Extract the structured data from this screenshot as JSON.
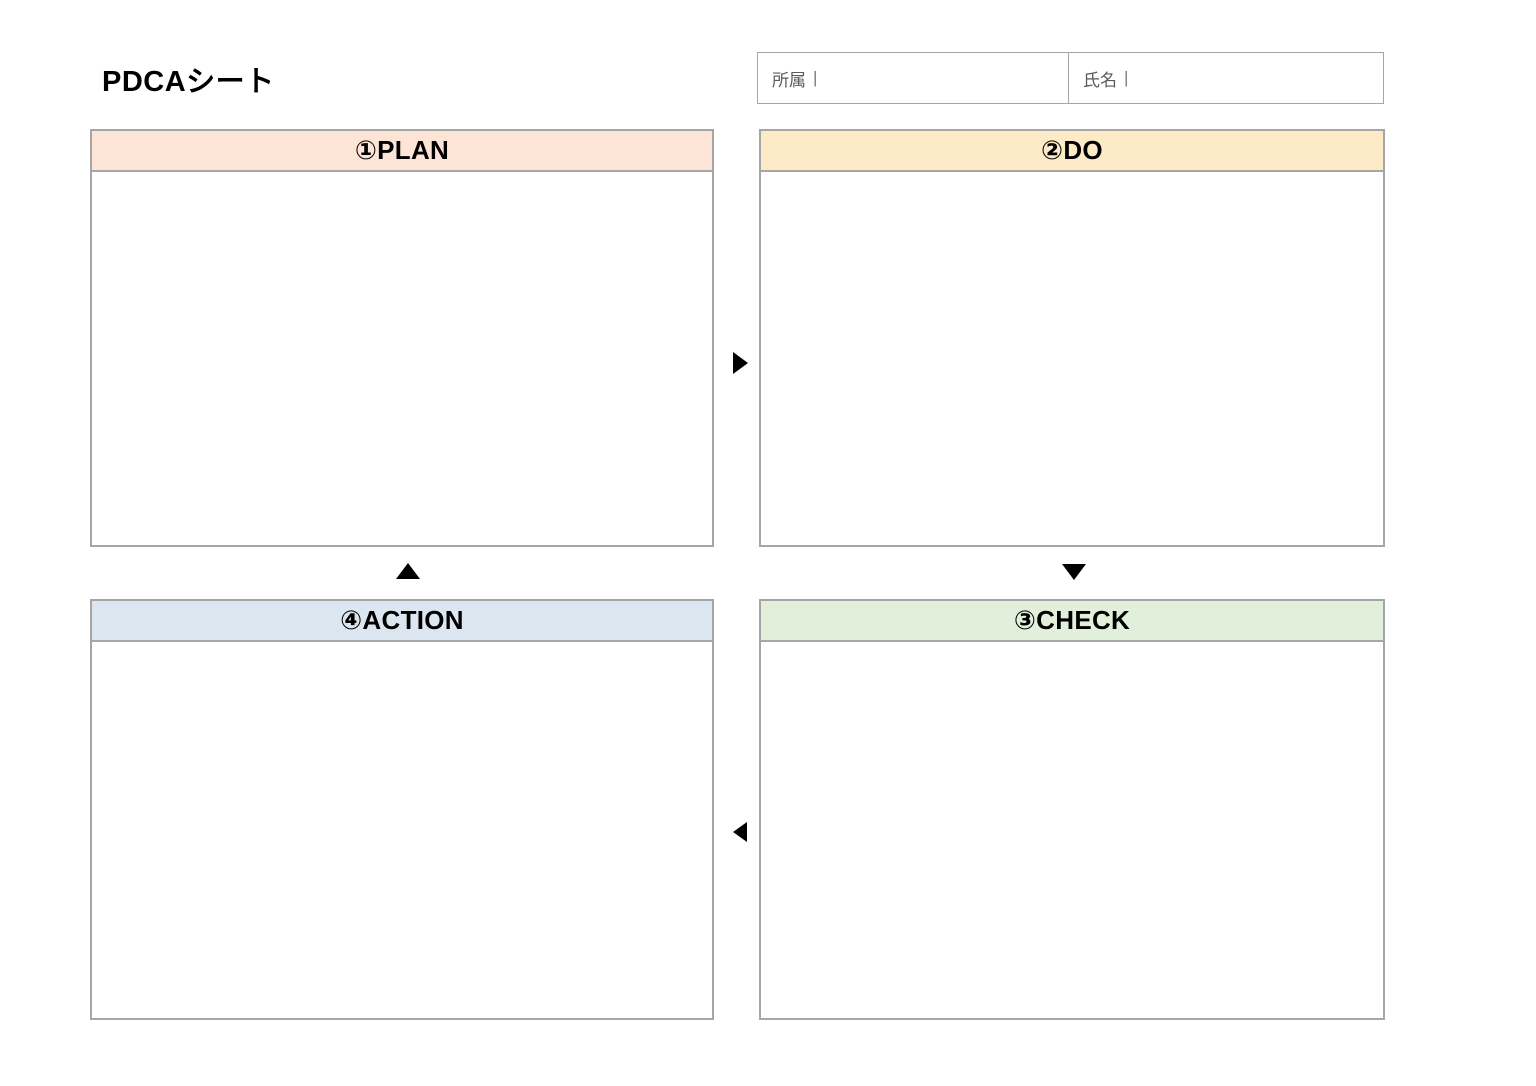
{
  "page": {
    "title": "PDCAシート",
    "background_color": "#FFFFFF",
    "border_color": "#A6A6A6"
  },
  "header": {
    "fields": [
      {
        "label": "所属",
        "caret": "|",
        "value": "",
        "name": "affiliation"
      },
      {
        "label": "氏名",
        "caret": "|",
        "value": "",
        "name": "name"
      }
    ]
  },
  "quadrants": [
    {
      "key": "plan",
      "number": "①",
      "title": "①PLAN",
      "label": "PLAN",
      "header_color": "#FCE4D6",
      "body_text": ""
    },
    {
      "key": "do",
      "number": "②",
      "title": "②DO",
      "label": "DO",
      "header_color": "#FDEBC8",
      "body_text": ""
    },
    {
      "key": "action",
      "number": "④",
      "title": "④ACTION",
      "label": "ACTION",
      "header_color": "#DCE6F1",
      "body_text": ""
    },
    {
      "key": "check",
      "number": "③",
      "title": "③CHECK",
      "label": "CHECK",
      "header_color": "#E2EFDA",
      "body_text": ""
    }
  ],
  "arrows": [
    {
      "name": "plan-to-do",
      "glyph": "▶",
      "direction": "right"
    },
    {
      "name": "do-to-check",
      "glyph": "▼",
      "direction": "down"
    },
    {
      "name": "check-to-action",
      "glyph": "◀",
      "direction": "left"
    },
    {
      "name": "action-to-plan",
      "glyph": "▲",
      "direction": "up"
    }
  ]
}
